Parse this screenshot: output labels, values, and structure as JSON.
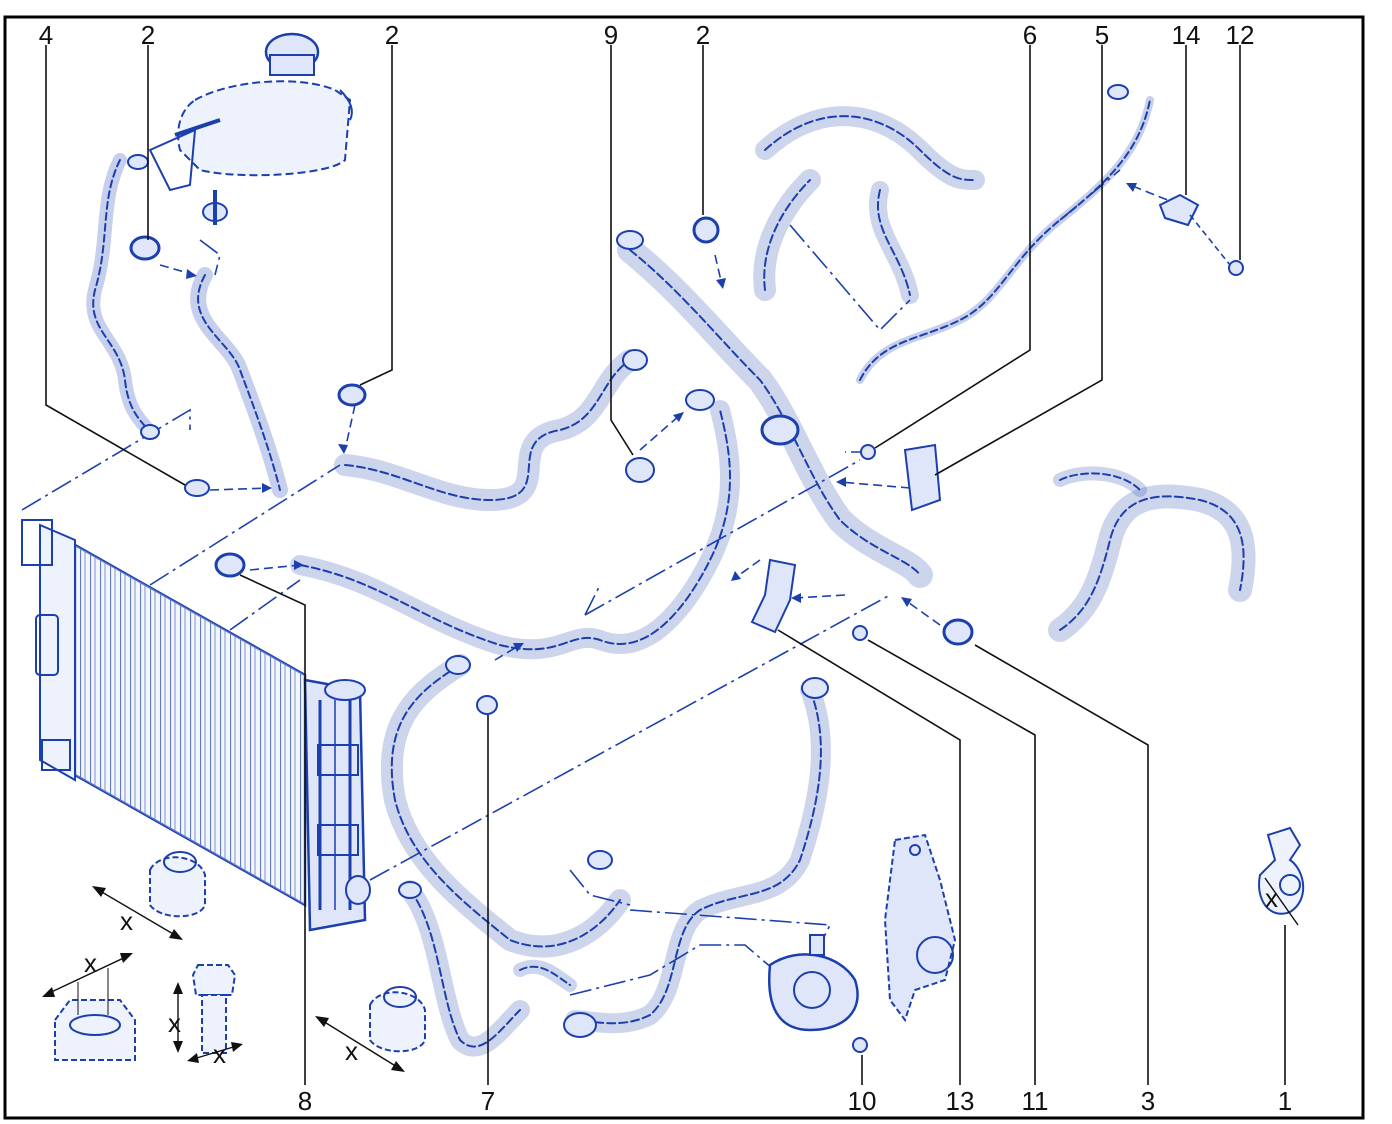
{
  "colors": {
    "part": "#1c3fae",
    "part_fill": "#dfe6fa",
    "text": "#111111",
    "frame": "#000000"
  },
  "callouts": {
    "c4": "4",
    "c2a": "2",
    "c2b": "2",
    "c9": "9",
    "c2c": "2",
    "c6": "6",
    "c5": "5",
    "c14": "14",
    "c12": "12",
    "c8": "8",
    "c7": "7",
    "c10": "10",
    "c13": "13",
    "c11": "11",
    "c3": "3",
    "c1": "1"
  },
  "dimension_labels": {
    "x1": "x",
    "x2": "x",
    "x3": "x",
    "x4": "x",
    "x5": "x",
    "x6": "x"
  }
}
